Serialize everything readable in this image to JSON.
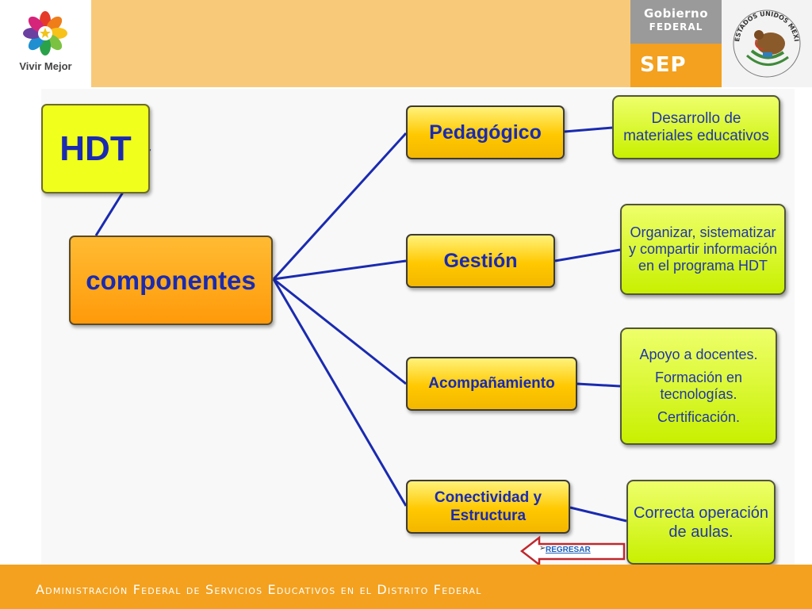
{
  "header": {
    "logo_caption": "Vivir Mejor",
    "gobierno_line1": "Gobierno",
    "gobierno_line2": "FEDERAL",
    "sep": "SEP",
    "seal_text": "ESTADOS UNIDOS MEXICANOS"
  },
  "diagram": {
    "root": "HDT",
    "hub": "componentes",
    "components": [
      {
        "label": "Pedagógico",
        "description": [
          "Desarrollo de materiales educativos"
        ]
      },
      {
        "label": "Gestión",
        "description": [
          "Organizar, sistematizar y compartir información en el programa HDT"
        ]
      },
      {
        "label": "Acompañamiento",
        "description": [
          "Apoyo a docentes.",
          "Formación en tecnologías.",
          "Certificación."
        ]
      },
      {
        "label": "Conectividad y Estructura",
        "description": [
          "Correcta operación de aulas."
        ]
      }
    ]
  },
  "nav": {
    "return_label": "REGRESAR"
  },
  "footer": {
    "text": "Administración Federal de Servicios Educativos en el Distrito Federal"
  },
  "colors": {
    "header_band": "#f9c97a",
    "footer": "#f3a11f",
    "connector": "#1a2bb0",
    "text_navy": "#1a2bb0"
  }
}
